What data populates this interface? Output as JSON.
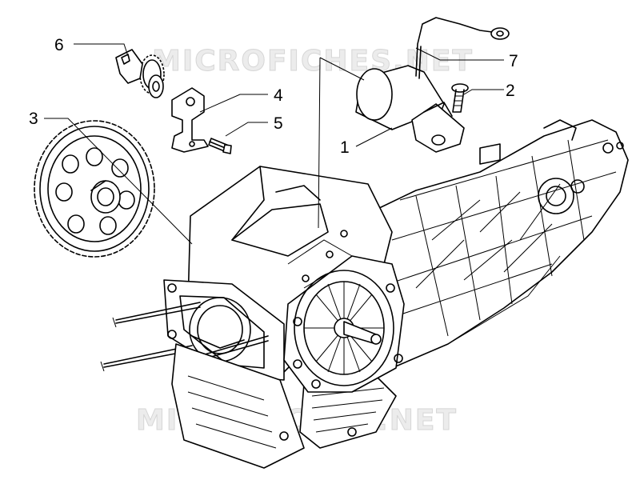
{
  "watermark": {
    "top": "MICROFICHES.NET",
    "bottom": "MICROFICHES.NET"
  },
  "callouts": [
    {
      "id": "1",
      "label": "1"
    },
    {
      "id": "2",
      "label": "2"
    },
    {
      "id": "3",
      "label": "3"
    },
    {
      "id": "4",
      "label": "4"
    },
    {
      "id": "5",
      "label": "5"
    },
    {
      "id": "6",
      "label": "6"
    },
    {
      "id": "7",
      "label": "7"
    }
  ]
}
